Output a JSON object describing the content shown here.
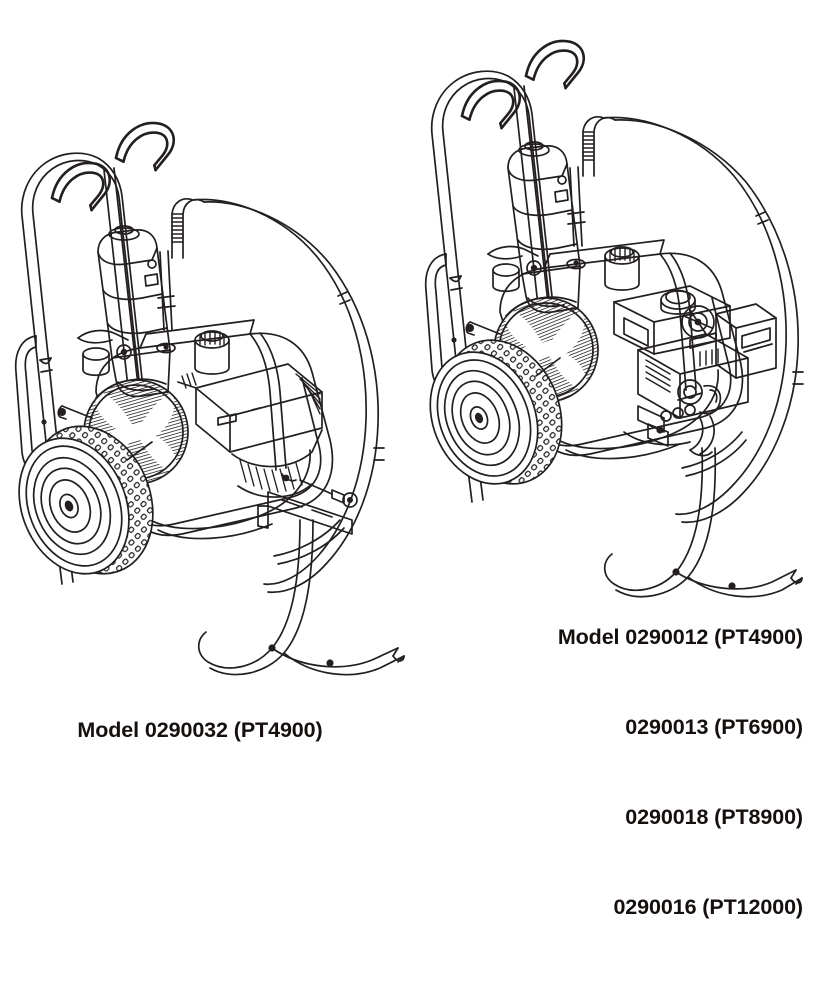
{
  "document": {
    "type": "technical-parts-illustration",
    "background_color": "#ffffff",
    "line_color": "#231f20",
    "text_color": "#15100e",
    "subject": "airless paint sprayer carts, isometric line art, two units"
  },
  "figures": [
    {
      "id": "left-unit",
      "name": "electric-airless-sprayer",
      "caption": "Model 0290032 (PT4900)",
      "components": [
        "push-handle-frame",
        "hand-grip-loops",
        "pneumatic-wheel",
        "motor-fan-shroud",
        "electric-motor-housing",
        "control-box",
        "pump-cylinder",
        "suction-hose",
        "prime-valve",
        "filter-cap",
        "base-frame-tube",
        "rubber-feet"
      ]
    },
    {
      "id": "right-unit",
      "name": "gas-airless-sprayer",
      "caption_lines": [
        "Model 0290012 (PT4900)",
        "0290013 (PT6900)",
        "0290018 (PT8900)",
        "0290016 (PT12000)"
      ],
      "components": [
        "push-handle-frame",
        "hand-grip-loops",
        "pneumatic-wheel",
        "engine-fan-shroud",
        "gas-engine-block",
        "fuel-tank",
        "air-filter-housing",
        "carburetor",
        "recoil-starter",
        "pump-cylinder",
        "suction-hose",
        "prime-valve",
        "filter-cap",
        "base-frame-tube",
        "rubber-feet"
      ]
    }
  ],
  "captions": {
    "left": "Model 0290032 (PT4900)",
    "right": {
      "line1": "Model 0290012 (PT4900)",
      "line2": "0290013 (PT6900)",
      "line3": "0290018 (PT8900)",
      "line4": "0290016 (PT12000)"
    }
  }
}
